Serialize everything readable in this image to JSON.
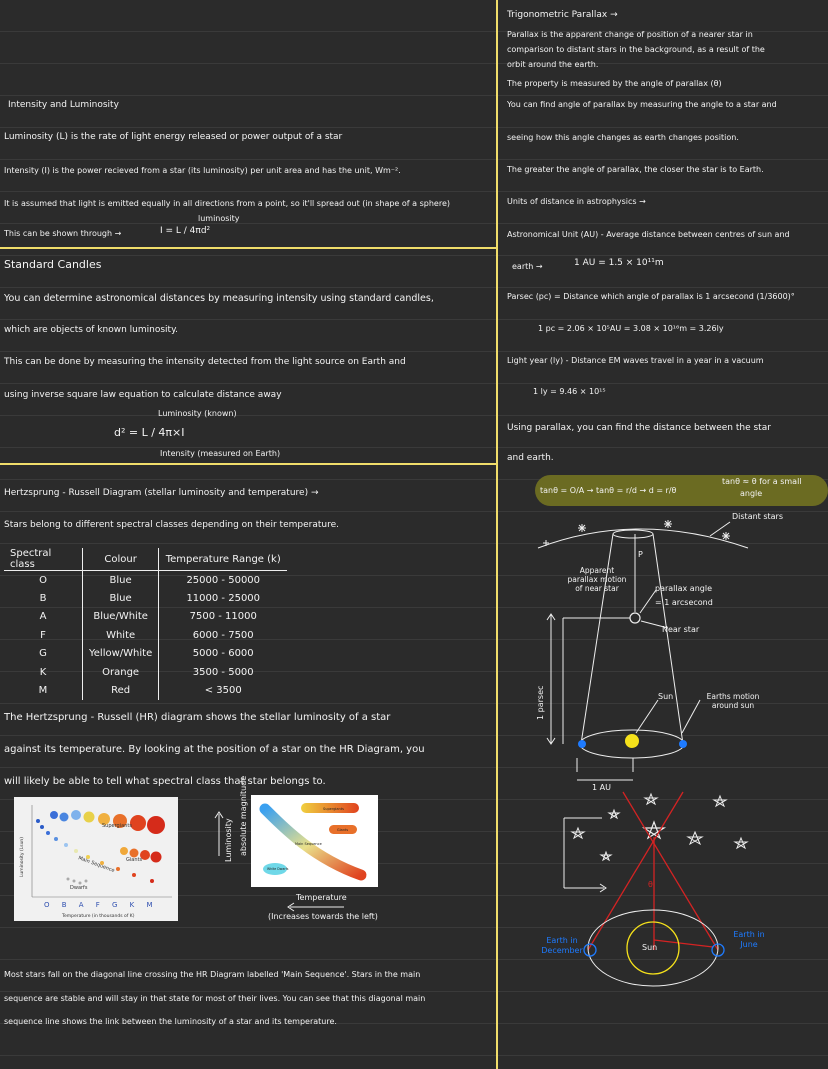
{
  "left": {
    "intensity_title": "Intensity and Luminosity",
    "luminosity_def": "Luminosity (L) is the rate of light energy released or power output of a star",
    "intensity_def": "Intensity (I) is the power recieved from a star (its luminosity) per unit area and has the unit, Wm⁻².",
    "assumption": "It is assumed that light is emitted equally in all directions from a point, so it'll spread out (in shape of a sphere)",
    "shown_through": "This can be shown through →",
    "formula_I": "I = L / 4πd²",
    "luminosity_note": "luminosity",
    "standard_candles_title": "Standard Candles",
    "sc_line1": "You can determine astronomical distances by measuring intensity using standard candles,",
    "sc_line2": "which are objects of known luminosity.",
    "sc_line3": "This can be done by measuring the intensity detected from the light source on Earth and",
    "sc_line4": "using inverse square law equation to calculate distance away",
    "sc_formula": "d² = L / 4π×I",
    "sc_lum_known": "Luminosity (known)",
    "sc_int_measured": "Intensity (measured on Earth)",
    "hr_title": "Hertzsprung - Russell Diagram (stellar luminosity and temperature) →",
    "hr_line1": "Stars belong to different spectral classes depending on their temperature.",
    "table_headers": [
      "Spectral class",
      "Colour",
      "Temperature Range (k)"
    ],
    "table_rows": [
      [
        "O",
        "Blue",
        "25000 - 50000"
      ],
      [
        "B",
        "Blue",
        "11000 - 25000"
      ],
      [
        "A",
        "Blue/White",
        "7500 - 11000"
      ],
      [
        "F",
        "White",
        "6000 - 7500"
      ],
      [
        "G",
        "Yellow/White",
        "5000 - 6000"
      ],
      [
        "K",
        "Orange",
        "3500 - 5000"
      ],
      [
        "M",
        "Red",
        "< 3500"
      ]
    ],
    "hr_para1": "The Hertzsprung - Russell (HR) diagram shows the stellar luminosity of a star",
    "hr_para2": "against its temperature. By looking at the position of a star on the HR Diagram, you",
    "hr_para3": "will likely be able to tell what spectral class that star belongs to.",
    "fig1_ylabel": "Luminosity (Lsun)",
    "fig1_classes": "O B A F G K M",
    "fig1_xlabel": "Temperature (in thousands of K)",
    "fig1_labels": [
      "Supergiants",
      "Giants",
      "Main Sequence",
      "Dwarfs"
    ],
    "fig2_labels": [
      "Supergiants",
      "Giants",
      "Main Sequence",
      "White Dwarfs"
    ],
    "fig2_lum": "Luminosity",
    "fig2_absmag": "absolute magnitude",
    "fig2_temp": "Temperature",
    "fig2_temp_note": "(Increases towards the left)",
    "ms_line1": "Most stars fall on the diagonal line crossing the HR Diagram labelled 'Main Sequence'. Stars in the main",
    "ms_line2": "sequence are stable and will stay in that state for most of their lives. You can see that this diagonal main",
    "ms_line3": "sequence line shows the link between the luminosity of a star and its temperature."
  },
  "right": {
    "tp_title": "Trigonometric Parallax →",
    "tp_line1": "Parallax is the apparent change of position of a nearer star in",
    "tp_line2": "comparison to distant stars in the background, as a result of the",
    "tp_line3": "orbit around the earth.",
    "tp_line4": "The property is measured by the angle of parallax (θ)",
    "tp_line5": "You can find angle of parallax by measuring the angle to a star and",
    "tp_line6": "seeing how this angle changes as earth changes position.",
    "tp_line7": "The greater the angle of parallax, the closer the star is to Earth.",
    "units_title": "Units of distance in astrophysics →",
    "au_line1": "Astronomical Unit (AU) - Average distance between centres of sun and",
    "au_line2": "earth →",
    "au_value": "1 AU = 1.5 × 10¹¹m",
    "pc_line": "Parsec (pc) = Distance which angle of parallax is 1 arcsecond (1/3600)°",
    "pc_value": "1 pc = 2.06 × 10⁵AU = 3.08 × 10¹⁶m = 3.26ly",
    "ly_line": "Light year (ly) - Distance EM waves travel in a year in a vacuum",
    "ly_value": "1 ly = 9.46 × 10¹⁵",
    "using_line1": "Using parallax, you can find the distance between the star",
    "using_line2": "and earth.",
    "hl_formula": "tanθ = O/A → tanθ = r/d → d = r/θ",
    "hl_note1": "tanθ ≈ θ for a small",
    "hl_note2": "angle",
    "distant_stars": "Distant stars",
    "apparent_motion": "Apparent parallax motion of near star",
    "parallax_angle": "parallax angle",
    "parallax_angle2": "= 1 arcsecond",
    "p_label": "P",
    "near_star": "Near star",
    "sun": "Sun",
    "earth_motion": "Earths motion around sun",
    "one_parsec": "1 parsec",
    "one_au": "1 AU",
    "sun2": "Sun",
    "earth_dec": "Earth in December",
    "earth_jun": "Earth in June",
    "theta": "θ"
  },
  "colors": {
    "background": "#2b2b2b",
    "divider": "#f0dd6a",
    "highlight": "#6b6b22",
    "earth_blue": "#1e7bff",
    "sun_yellow": "#f5e11b",
    "red_lines": "#d42323"
  }
}
